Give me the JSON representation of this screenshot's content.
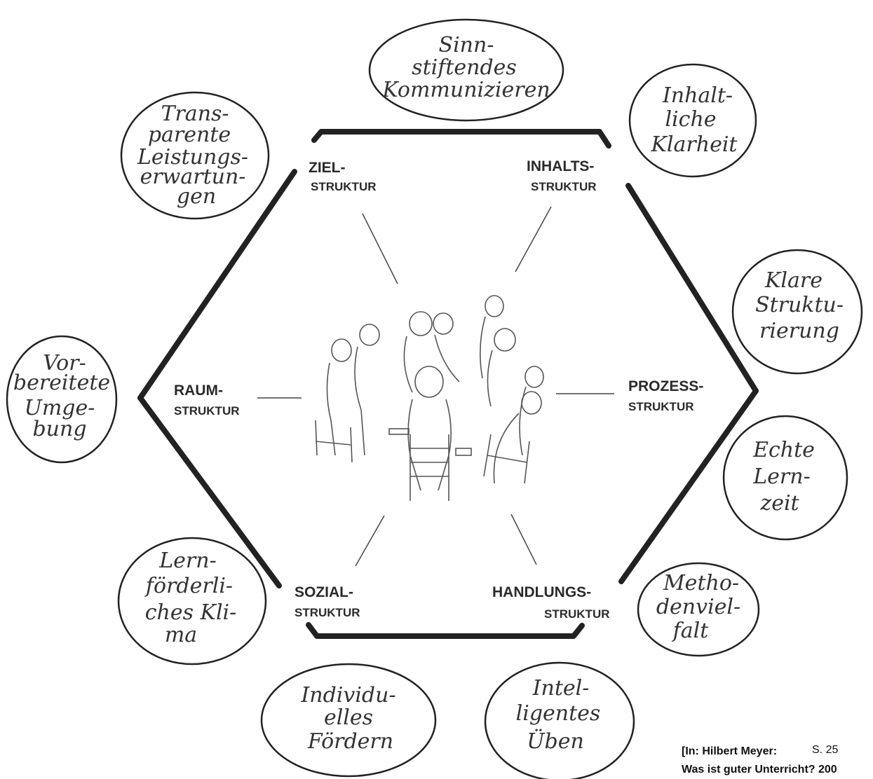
{
  "nodes": {
    "ziel": {
      "main": "ZIEL-",
      "sub": "STRUKTUR"
    },
    "inhalts": {
      "main": "INHALTS-",
      "sub": "STRUKTUR"
    },
    "raum": {
      "main": "RAUM-",
      "sub": "STRUKTUR"
    },
    "prozess": {
      "main": "PROZESS-",
      "sub": "STRUKTUR"
    },
    "sozial": {
      "main": "SOZIAL-",
      "sub": "STRUKTUR"
    },
    "handlungs": {
      "main": "HANDLUNGS-",
      "sub": "STRUKTUR"
    }
  },
  "bubbles": {
    "sinnstiftendes": [
      "Sinn-",
      "stiftendes",
      "Kommunizieren"
    ],
    "inhaltliche": [
      "Inhalt-",
      "liche",
      "Klarheit"
    ],
    "transparente": [
      "Trans-",
      "parente",
      "Leistungs-",
      "erwartun-",
      "gen"
    ],
    "klare": [
      "Klare",
      "Struktu-",
      "rierung"
    ],
    "vorbereitete": [
      "Vor-",
      "bereitete",
      "Umge-",
      "bung"
    ],
    "echte": [
      "Echte",
      "Lern-",
      "zeit"
    ],
    "lernfoerderliches": [
      "Lern-",
      "förderli-",
      "ches Kli-",
      "ma"
    ],
    "methodenvielfalt": [
      "Metho-",
      "denviel-",
      "falt"
    ],
    "individuelles": [
      "Individu-",
      "elles",
      "Fördern"
    ],
    "intelligentes": [
      "Intel-",
      "ligentes",
      "Üben"
    ]
  },
  "citation": {
    "line1": "[In: Hilbert Meyer:",
    "page": "S. 25",
    "line2": "Was ist guter Unterricht? 200"
  }
}
